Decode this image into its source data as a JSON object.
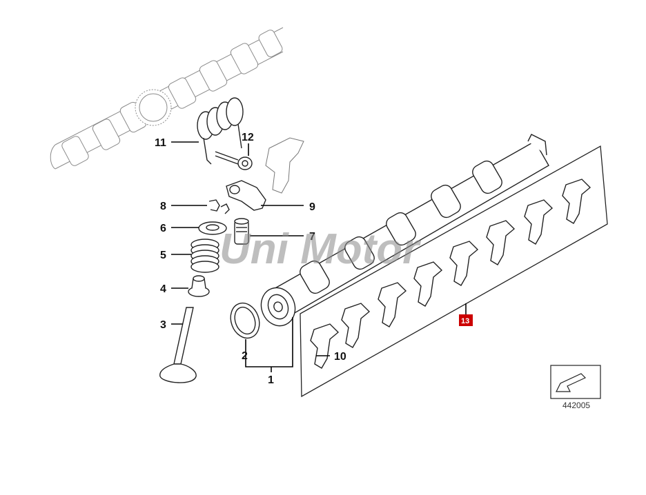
{
  "labels": {
    "p1": "1",
    "p2": "2",
    "p3": "3",
    "p4": "4",
    "p5": "5",
    "p6": "6",
    "p7": "7",
    "p8": "8",
    "p9": "9",
    "p10": "10",
    "p11": "11",
    "p12": "12",
    "p13": "13"
  },
  "watermark": "Uni Motor",
  "reference_number": "442005",
  "colors": {
    "badge": "#cc0000",
    "ink": "#111111",
    "watermark": "#8a8a8a"
  }
}
